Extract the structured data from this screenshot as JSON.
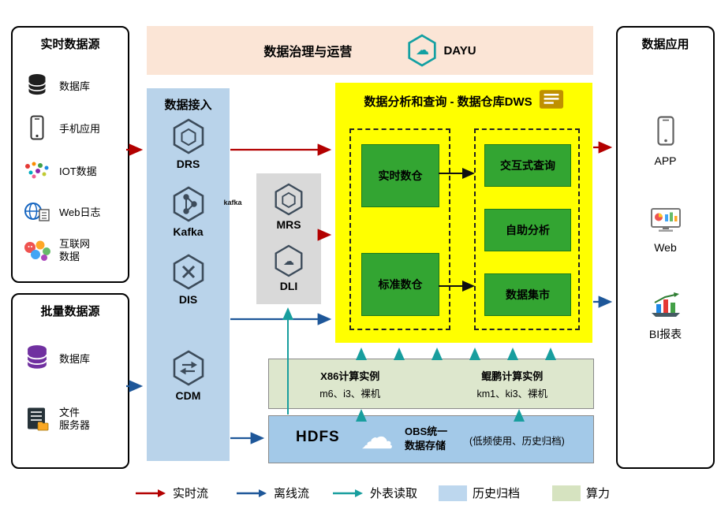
{
  "colors": {
    "banner_bg": "#fbe5d6",
    "ingestion_panel_bg": "#b9d3ea",
    "engines_box_bg": "#d9d9d9",
    "dws_bg": "#ffff00",
    "green_box": "#33a532",
    "compute_strip_bg": "#dde7cd",
    "storage_strip_bg": "#a3c9e8",
    "realtime_flow": "#b30000",
    "offline_flow": "#1e5799",
    "external_read": "#189e9e",
    "history_swatch": "#bdd7ee",
    "compute_swatch": "#d6e3c0"
  },
  "glyphs": {
    "cloud": "☁"
  },
  "icons": {
    "dayu": "hexagon-cloud",
    "drs": "hexagon-nested",
    "kafka": "hexagon-kafka-nodes",
    "dis": "hexagon-x",
    "cdm": "hexagon-swap-arrows",
    "mrs": "hexagon-nested",
    "dli": "hexagon-cloud",
    "obs": "cloud",
    "dws": "document-card"
  },
  "banner": {
    "title": "数据治理与运营",
    "logo": "DAYU"
  },
  "realtime_sources": {
    "title": "实时数据源",
    "items": [
      {
        "label": "数据库"
      },
      {
        "label": "手机应用"
      },
      {
        "label": "IOT数据"
      },
      {
        "label": "Web日志"
      },
      {
        "label_line1": "互联网",
        "label_line2": "数据"
      }
    ]
  },
  "batch_sources": {
    "title": "批量数据源",
    "items": [
      {
        "label": "数据库"
      },
      {
        "label_line1": "文件",
        "label_line2": "服务器"
      }
    ]
  },
  "ingestion": {
    "title": "数据接入",
    "services": [
      {
        "label": "DRS"
      },
      {
        "label": "Kafka",
        "badge": "kafka"
      },
      {
        "label": "DIS"
      },
      {
        "label": "CDM"
      }
    ]
  },
  "analytics_engines": {
    "items": [
      {
        "label": "MRS"
      },
      {
        "label": "DLI"
      }
    ]
  },
  "dws": {
    "title": "数据分析和查询 - 数据仓库DWS",
    "warehouses": [
      {
        "label": "实时数仓"
      },
      {
        "label": "标准数仓"
      }
    ],
    "functions": [
      {
        "label": "交互式查询"
      },
      {
        "label": "自助分析"
      },
      {
        "label": "数据集市"
      }
    ]
  },
  "compute_instances": {
    "x86_title": "X86计算实例",
    "x86_spec": "m6、i3、裸机",
    "kunpeng_title": "鲲鹏计算实例",
    "kunpeng_spec": "km1、ki3、裸机"
  },
  "storage": {
    "hdfs": "HDFS",
    "obs_line1": "OBS统一",
    "obs_line2": "数据存储",
    "note": "(低频使用、历史归档)"
  },
  "applications": {
    "title": "数据应用",
    "items": [
      {
        "label": "APP"
      },
      {
        "label": "Web"
      },
      {
        "label": "BI报表"
      }
    ]
  },
  "legend": {
    "items": [
      {
        "label": "实时流"
      },
      {
        "label": "离线流"
      },
      {
        "label": "外表读取"
      },
      {
        "label": "历史归档"
      },
      {
        "label": "算力"
      }
    ]
  }
}
